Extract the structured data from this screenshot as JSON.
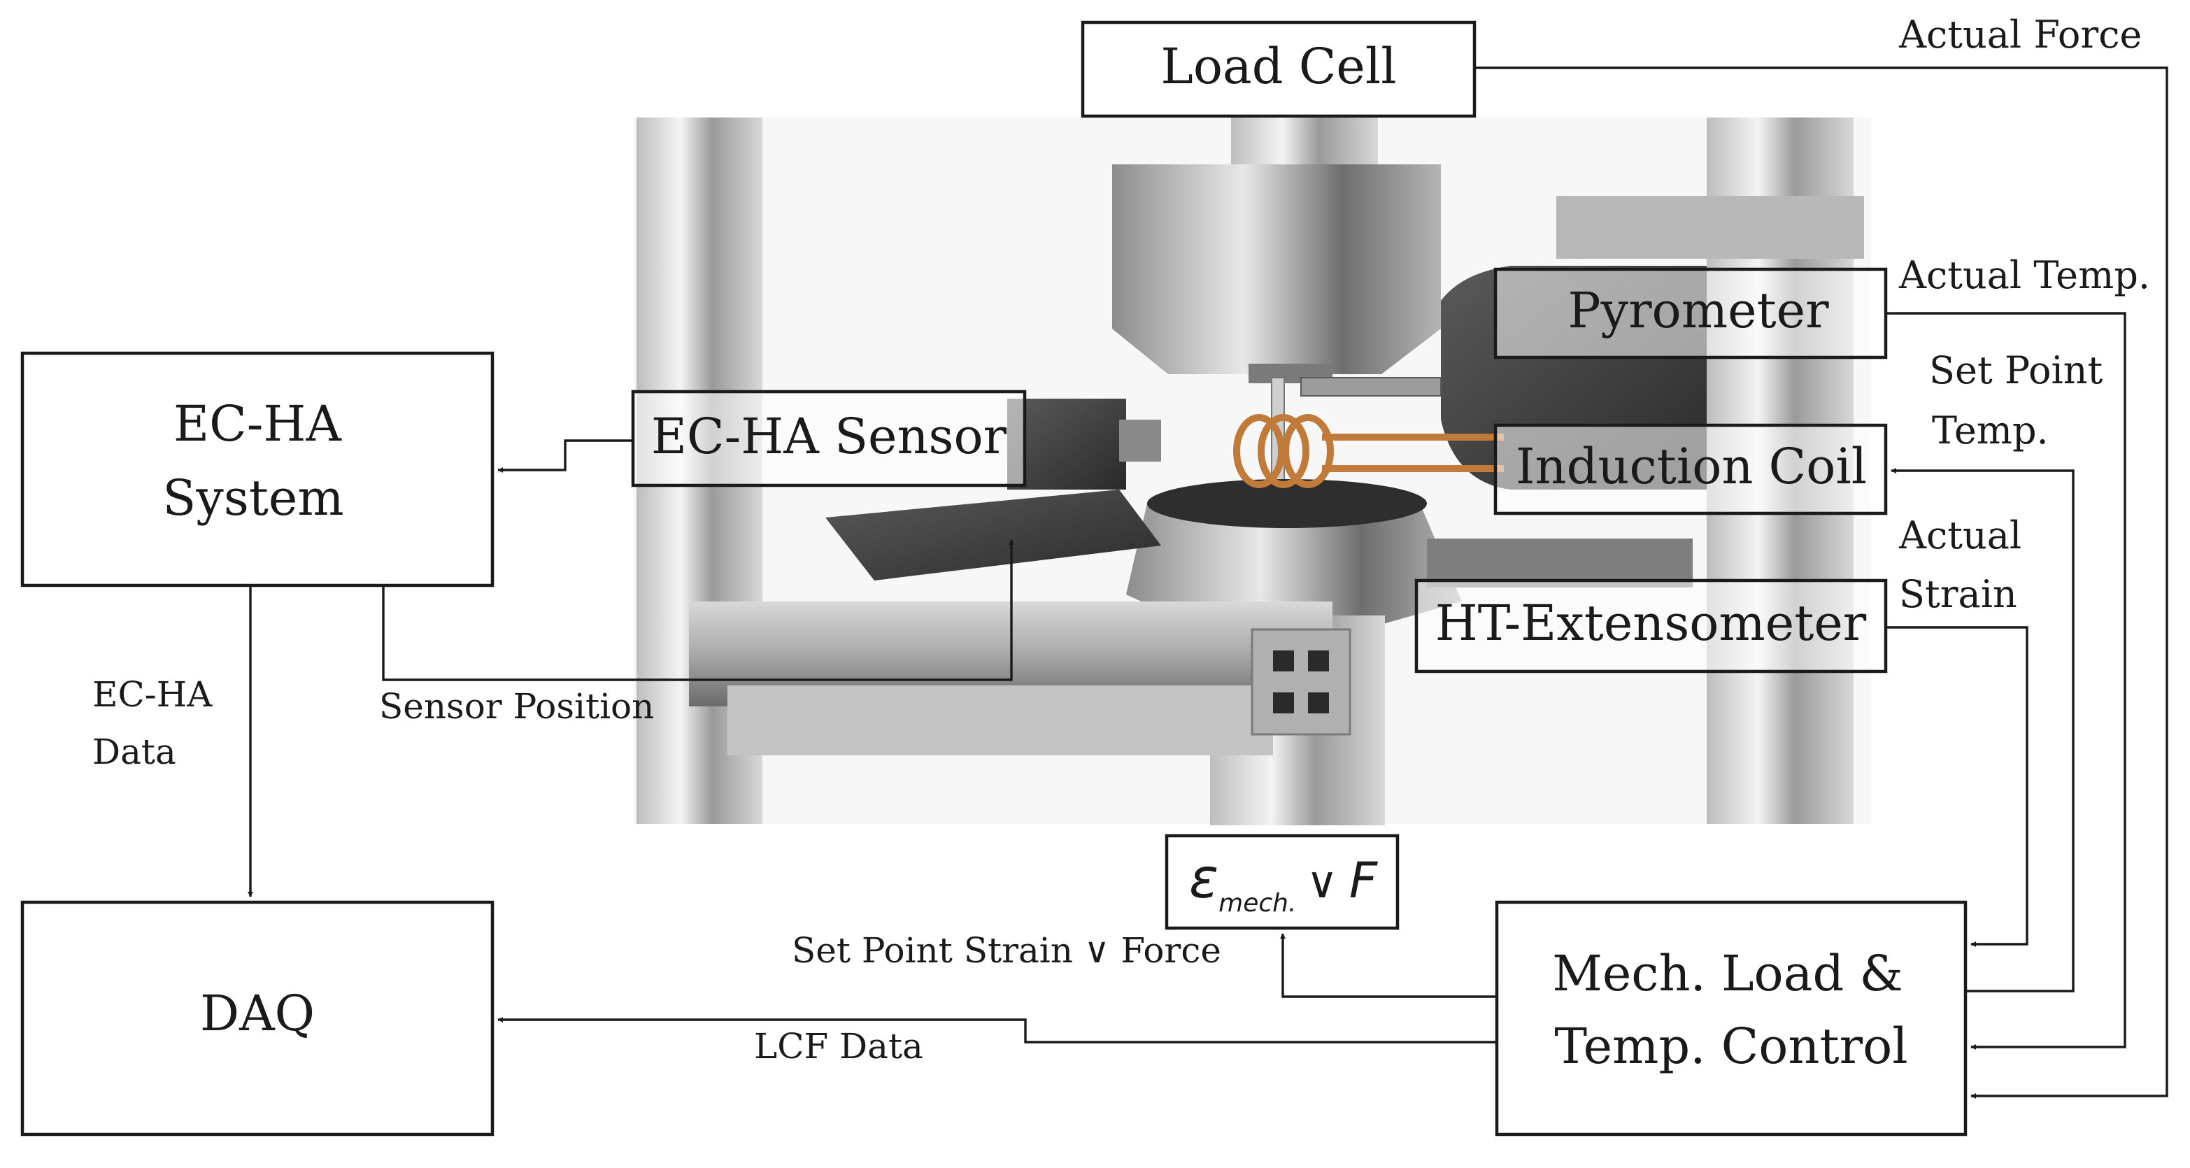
{
  "blocks": {
    "load_cell": "Load Cell",
    "pyrometer": "Pyrometer",
    "induction_coil": "Induction Coil",
    "extensometer": "HT-Extensometer",
    "echa_sensor": "EC-HA Sensor",
    "echa_system": [
      "EC-HA",
      "System"
    ],
    "daq": "DAQ",
    "control": [
      "Mech. Load &",
      "Temp. Control"
    ]
  },
  "signals": {
    "actual_force": "Actual Force",
    "actual_temp": "Actual Temp.",
    "set_point_temp": [
      "Set Point",
      "Temp."
    ],
    "actual_strain": [
      "Actual",
      "Strain"
    ],
    "sensor_position": "Sensor Position",
    "echa_data": [
      "EC-HA",
      "Data"
    ],
    "set_point_strain_force": "Set Point Strain ∨ Force",
    "lcf_data": "LCF Data"
  },
  "control_mode": {
    "symbol": "ε",
    "subscript": "mech.",
    "operator": "∨",
    "force": "F"
  },
  "illustration": {
    "subject": "servo-hydraulic testing machine with induction-heated specimen"
  },
  "colors": {
    "line": "#1a1a1a",
    "coil": "#c07a3a",
    "metal_light": "#e4e4e4",
    "metal_dark": "#4a4a4a"
  }
}
